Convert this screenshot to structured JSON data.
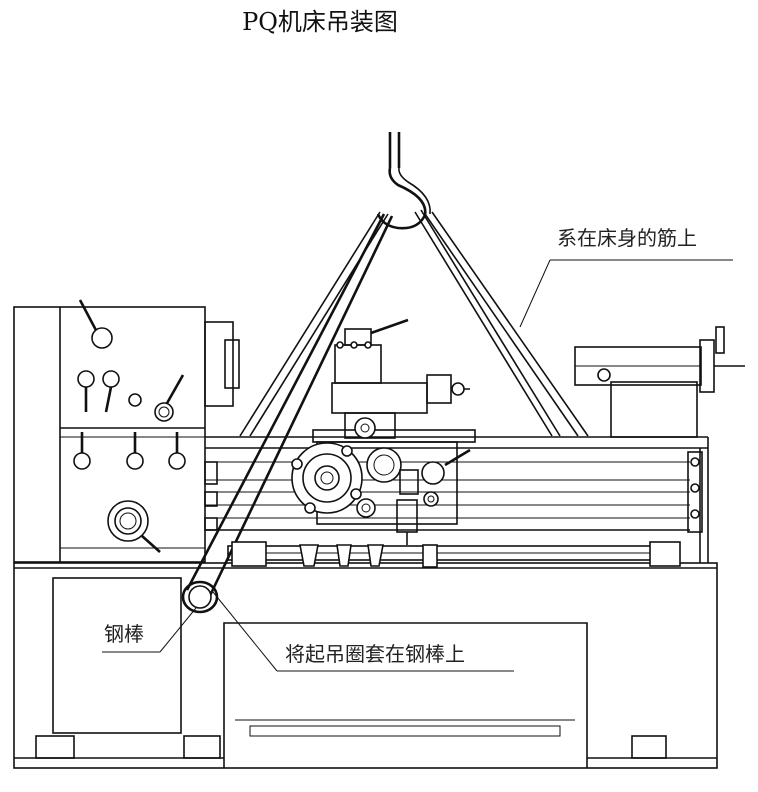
{
  "title": "PQ机床吊装图",
  "labels": {
    "sling_rib": "系在床身的筋上",
    "steel_bar": "钢棒",
    "sling_on_bar": "将起吊圈套在钢棒上"
  }
}
